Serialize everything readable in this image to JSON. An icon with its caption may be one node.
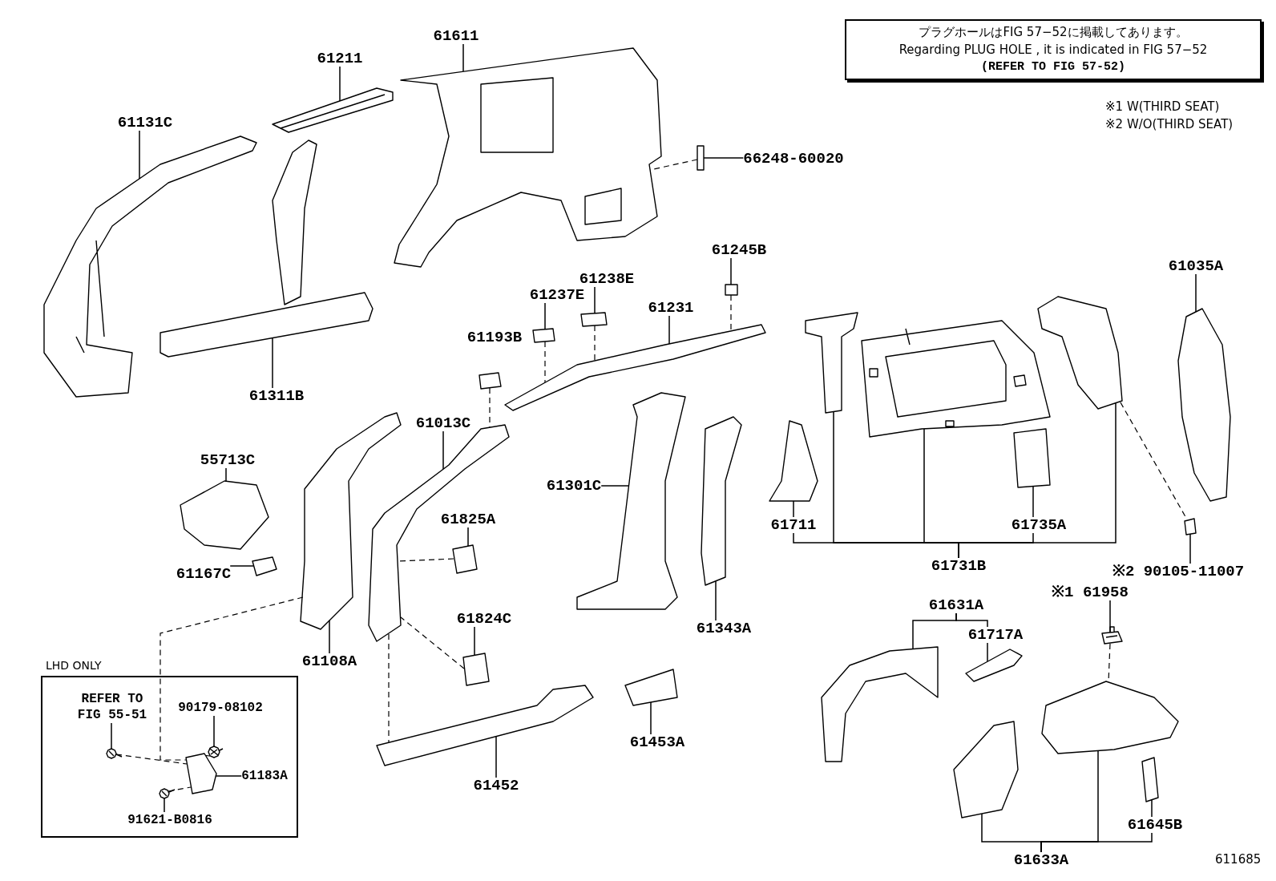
{
  "diagram": {
    "nodes": [
      {
        "text": [
          "プラグホールはFIG 57−52に掲載してあります。",
          "Regarding PLUG HOLE , it is indicated in FIG 57−52",
          "(REFER TO FIG 57-52)"
        ]
      },
      {
        "text": [
          "61611"
        ]
      },
      {
        "text": [
          "61211"
        ]
      },
      {
        "text": [
          "61131C"
        ]
      },
      {
        "text": [
          "61311B"
        ]
      },
      {
        "text": [
          "66248-60020"
        ]
      },
      {
        "text": [
          "61245B"
        ]
      },
      {
        "text": [
          "61238E"
        ]
      },
      {
        "text": [
          "61237E"
        ]
      },
      {
        "text": [
          "61231"
        ]
      },
      {
        "text": [
          "61193B"
        ]
      },
      {
        "text": [
          "61013C"
        ]
      },
      {
        "text": [
          "55713C"
        ]
      },
      {
        "text": [
          "61825A"
        ]
      },
      {
        "text": [
          "61301C"
        ]
      },
      {
        "text": [
          "61167C"
        ]
      },
      {
        "text": [
          "61824C"
        ]
      },
      {
        "text": [
          "61108A"
        ]
      },
      {
        "text": [
          "61343A"
        ]
      },
      {
        "text": [
          "61711"
        ]
      },
      {
        "text": [
          "61735A"
        ]
      },
      {
        "text": [
          "61731B"
        ]
      },
      {
        "text": [
          "61035A"
        ]
      },
      {
        "text": [
          "※2 90105-11007"
        ]
      },
      {
        "text": [
          "※1 61958"
        ]
      },
      {
        "text": [
          "61631A"
        ]
      },
      {
        "text": [
          "61717A"
        ]
      },
      {
        "text": [
          "61453A"
        ]
      },
      {
        "text": [
          "61452"
        ]
      },
      {
        "text": [
          "61645B"
        ]
      },
      {
        "text": [
          "61633A"
        ]
      },
      {
        "text": [
          "LHD ONLY"
        ]
      },
      {
        "text": [
          "REFER TO FIG 55-51"
        ],
        "in": 31
      },
      {
        "text": [
          "90179-08102"
        ],
        "in": 31
      },
      {
        "text": [
          "61183A"
        ],
        "in": 31
      },
      {
        "text": [
          "91621-B0816"
        ],
        "in": 31
      },
      {
        "text": [],
        "shape": "picture"
      },
      {
        "text": [],
        "shape": "picture"
      },
      {
        "text": [],
        "shape": "picture"
      },
      {
        "text": [],
        "shape": "picture"
      },
      {
        "text": [],
        "shape": "picture"
      },
      {
        "text": [],
        "shape": "picture"
      },
      {
        "text": [],
        "shape": "picture"
      },
      {
        "text": [],
        "shape": "picture"
      },
      {
        "text": [],
        "shape": "picture"
      },
      {
        "text": [],
        "shape": "picture"
      },
      {
        "text": [],
        "shape": "picture"
      },
      {
        "text": [],
        "shape": "picture"
      },
      {
        "text": [],
        "shape": "picture"
      },
      {
        "text": [],
        "shape": "picture"
      },
      {
        "text": [],
        "shape": "picture"
      },
      {
        "text": [],
        "shape": "picture"
      },
      {
        "text": [],
        "shape": "picture"
      },
      {
        "text": [],
        "shape": "picture"
      },
      {
        "text": [],
        "shape": "picture"
      },
      {
        "text": [],
        "shape": "picture"
      },
      {
        "text": [],
        "shape": "picture"
      },
      {
        "text": [],
        "shape": "picture"
      },
      {
        "text": [],
        "shape": "picture"
      },
      {
        "text": [],
        "shape": "picture"
      },
      {
        "text": [],
        "shape": "picture"
      },
      {
        "text": [],
        "shape": "picture"
      },
      {
        "text": [],
        "shape": "picture"
      },
      {
        "text": [],
        "shape": "picture"
      },
      {
        "text": [],
        "shape": "picture"
      },
      {
        "text": [],
        "shape": "picture"
      },
      {
        "text": [],
        "shape": "picture"
      },
      {
        "text": [],
        "shape": "picture"
      },
      {
        "text": [],
        "shape": "picture"
      },
      {
        "text": [],
        "shape": "picture",
        "in": 31
      },
      {
        "text": [],
        "shape": "picture",
        "in": 31
      },
      {
        "text": [],
        "shape": "picture",
        "in": 31
      },
      {
        "text": [],
        "shape": "picture",
        "in": 31
      }
    ],
    "edges": [
      {
        "from": 1,
        "to": 39,
        "arrow": "none"
      },
      {
        "from": 2,
        "to": 37,
        "arrow": "none"
      },
      {
        "from": 3,
        "to": 36,
        "arrow": "none"
      },
      {
        "from": 4,
        "to": 38,
        "arrow": "none"
      },
      {
        "from": 5,
        "to": 40,
        "arrow": "none"
      },
      {
        "from": 6,
        "to": 41,
        "arrow": "none"
      },
      {
        "from": 7,
        "to": 43,
        "arrow": "none"
      },
      {
        "from": 8,
        "to": 42,
        "arrow": "none"
      },
      {
        "from": 9,
        "to": 44,
        "arrow": "none"
      },
      {
        "from": 11,
        "to": 46,
        "arrow": "none"
      },
      {
        "from": 12,
        "to": 47,
        "arrow": "none"
      },
      {
        "from": 13,
        "to": 50,
        "arrow": "none"
      },
      {
        "from": 14,
        "to": 52,
        "arrow": "none"
      },
      {
        "from": 15,
        "to": 48,
        "arrow": "none"
      },
      {
        "from": 16,
        "to": 51,
        "arrow": "none"
      },
      {
        "from": 17,
        "to": 49,
        "arrow": "none"
      },
      {
        "from": 18,
        "to": 53,
        "arrow": "none"
      },
      {
        "from": 19,
        "to": 54,
        "arrow": "none"
      },
      {
        "from": 20,
        "to": 57,
        "arrow": "none"
      },
      {
        "from": 21,
        "to": 55,
        "arrow": "none"
      },
      {
        "from": 21,
        "to": 56,
        "arrow": "none"
      },
      {
        "from": 21,
        "to": 58,
        "arrow": "none"
      },
      {
        "from": 21,
        "to": 19,
        "arrow": "none"
      },
      {
        "from": 21,
        "to": 20,
        "arrow": "none"
      },
      {
        "from": 22,
        "to": 59,
        "arrow": "none"
      },
      {
        "from": 23,
        "to": 60,
        "arrow": "none"
      },
      {
        "from": 24,
        "to": 61,
        "arrow": "none"
      },
      {
        "from": 25,
        "to": 62,
        "arrow": "none"
      },
      {
        "from": 25,
        "to": 26,
        "arrow": "none"
      },
      {
        "from": 26,
        "to": 63,
        "arrow": "none"
      },
      {
        "from": 27,
        "to": 67,
        "arrow": "none"
      },
      {
        "from": 28,
        "to": 68,
        "arrow": "none"
      },
      {
        "from": 29,
        "to": 66,
        "arrow": "none"
      },
      {
        "from": 30,
        "to": 65,
        "arrow": "none"
      },
      {
        "from": 30,
        "to": 64,
        "arrow": "none"
      },
      {
        "from": 30,
        "to": 29,
        "arrow": "none"
      },
      {
        "from": 32,
        "to": 69,
        "arrow": "none"
      },
      {
        "from": 33,
        "to": 71,
        "arrow": "none"
      },
      {
        "from": 34,
        "to": 70,
        "arrow": "none"
      },
      {
        "from": 35,
        "to": 72,
        "arrow": "none"
      },
      {
        "from": 40,
        "to": 39,
        "arrow": "none",
        "style": "dashed"
      },
      {
        "from": 41,
        "to": 44,
        "arrow": "none",
        "style": "dashed"
      },
      {
        "from": 42,
        "to": 44,
        "arrow": "none",
        "style": "dashed"
      },
      {
        "from": 43,
        "to": 44,
        "arrow": "none",
        "style": "dashed"
      },
      {
        "from": 45,
        "to": 46,
        "arrow": "none",
        "style": "dashed"
      },
      {
        "from": 50,
        "to": 46,
        "arrow": "none",
        "style": "dashed"
      },
      {
        "from": 51,
        "to": 46,
        "arrow": "none",
        "style": "dashed"
      },
      {
        "from": 46,
        "to": 68,
        "arrow": "none",
        "style": "dashed"
      },
      {
        "from": 49,
        "to": 70,
        "arrow": "none",
        "style": "dashed"
      },
      {
        "from": 58,
        "to": 60,
        "arrow": "none",
        "style": "dashed"
      },
      {
        "from": 61,
        "to": 64,
        "arrow": "none",
        "style": "dashed"
      },
      {
        "from": 69,
        "to": 70,
        "arrow": "none",
        "style": "dashed"
      },
      {
        "from": 72,
        "to": 70,
        "arrow": "none",
        "style": "dashed"
      },
      {
        "from": 71,
        "to": 70,
        "arrow": "none",
        "style": "dashed"
      }
    ],
    "labels": [
      "※1 W(THIRD SEAT)",
      "※2 W/O(THIRD SEAT)",
      "611685"
    ]
  }
}
